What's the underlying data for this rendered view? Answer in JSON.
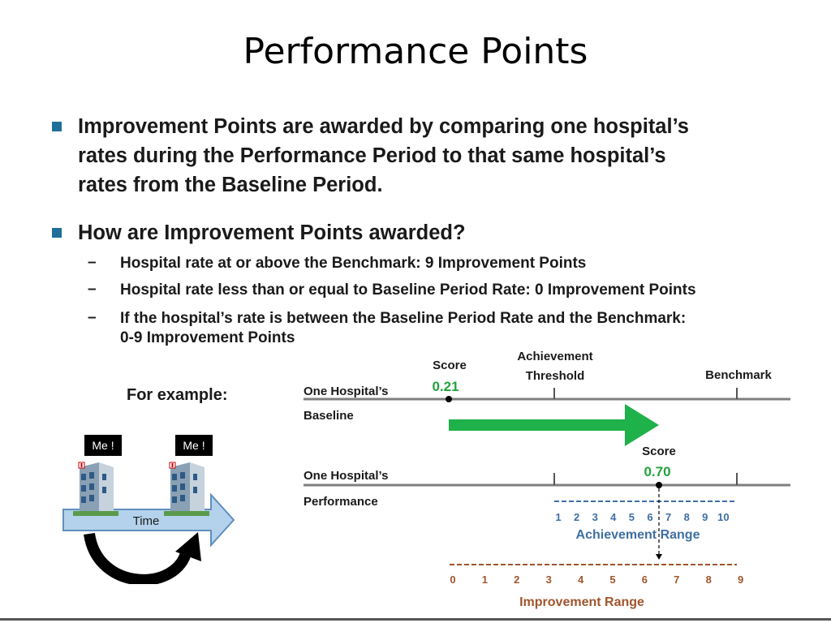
{
  "title": "Performance Points",
  "bullets": [
    {
      "lines": [
        "Improvement Points are awarded by comparing one hospital’s",
        "rates during the Performance Period to that same hospital’s",
        "rates from the Baseline Period."
      ]
    },
    {
      "lines": [
        "How are Improvement Points awarded?"
      ],
      "subs": [
        {
          "lines": [
            "Hospital rate at or above the Benchmark: 9 Improvement Points"
          ]
        },
        {
          "lines": [
            "Hospital rate less than or equal to Baseline Period Rate: 0 Improvement Points"
          ]
        },
        {
          "lines": [
            "If the hospital’s rate is between the Baseline Period Rate and the Benchmark:",
            "0-9 Improvement Points"
          ]
        }
      ]
    }
  ],
  "example_label": "For example:",
  "illustration": {
    "me_label": "Me !",
    "time_label": "Time"
  },
  "diagram": {
    "score_label": "Score",
    "baseline_score": "0.21",
    "performance_score": "0.70",
    "achievement_threshold_line1": "Achievement",
    "achievement_threshold_line2": "Threshold",
    "benchmark_label": "Benchmark",
    "baseline_row_line1": "One Hospital’s",
    "baseline_row_line2": "Baseline",
    "performance_row_line1": "One Hospital’s",
    "performance_row_line2": "Performance",
    "achievement_ticks": [
      "1",
      "2",
      "3",
      "4",
      "5",
      "6",
      "7",
      "8",
      "9",
      "10"
    ],
    "achievement_range_label": "Achievement Range",
    "improvement_ticks": [
      "0",
      "1",
      "2",
      "3",
      "4",
      "5",
      "6",
      "7",
      "8",
      "9"
    ],
    "improvement_range_label": "Improvement Range",
    "colors": {
      "score_green": "#22a33c",
      "arrow_green": "#1fb14a",
      "achievement_blue": "#3f6fa3",
      "improvement_brown": "#a0552c"
    }
  }
}
